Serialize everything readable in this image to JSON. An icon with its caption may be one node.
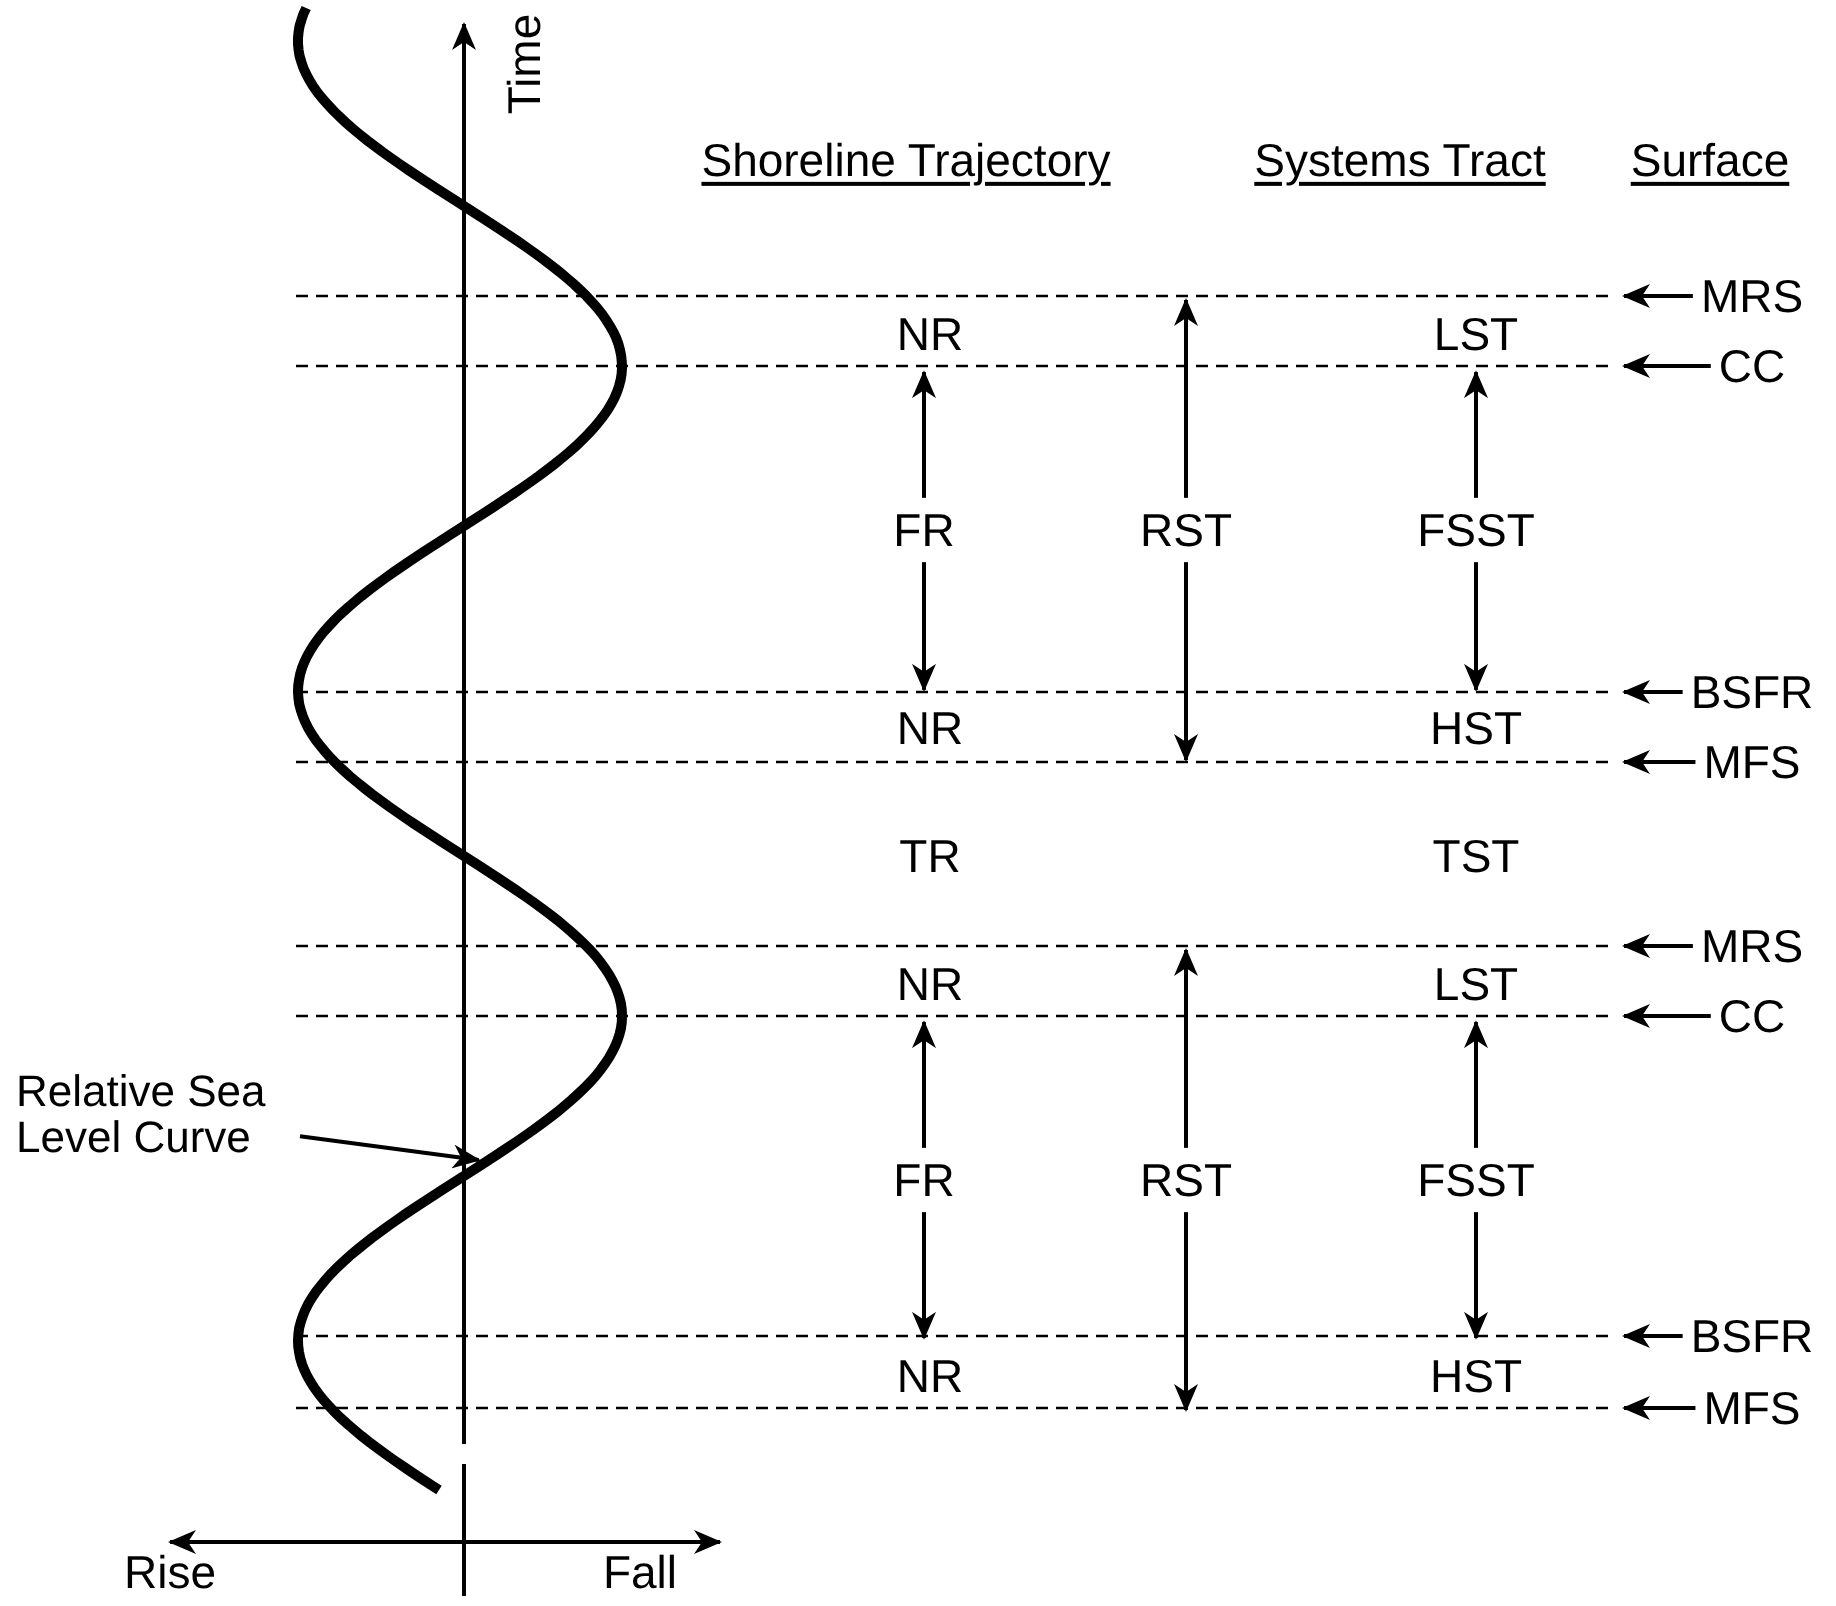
{
  "diagram": {
    "nodes": [
      {
        "text": [],
        "shape": "curve"
      },
      {
        "text": [
          "Relative Sea Level Curve"
        ]
      },
      {
        "text": [
          "NR"
        ]
      },
      {
        "text": [
          "LST"
        ]
      },
      {
        "text": [
          "FR"
        ]
      },
      {
        "text": [
          "RST"
        ]
      },
      {
        "text": [
          "FSST"
        ]
      },
      {
        "text": [
          "NR"
        ]
      },
      {
        "text": [
          "HST"
        ]
      },
      {
        "text": [
          "NR"
        ]
      },
      {
        "text": [
          "LST"
        ]
      },
      {
        "text": [
          "FR"
        ]
      },
      {
        "text": [
          "RST"
        ]
      },
      {
        "text": [
          "FSST"
        ]
      },
      {
        "text": [
          "NR"
        ]
      },
      {
        "text": [
          "HST"
        ]
      },
      {
        "text": [
          "MRS"
        ]
      },
      {
        "text": [
          "CC"
        ]
      },
      {
        "text": [
          "BSFR"
        ]
      },
      {
        "text": [
          "MFS"
        ]
      },
      {
        "text": [
          "MRS"
        ]
      },
      {
        "text": [
          "CC"
        ]
      },
      {
        "text": [
          "BSFR"
        ]
      },
      {
        "text": [
          "MFS"
        ]
      }
    ],
    "edges": [
      {
        "from": 1,
        "to": 0,
        "arrow": "to"
      },
      {
        "from": 4,
        "to": 2,
        "arrow": "to"
      },
      {
        "from": 4,
        "to": 7,
        "arrow": "to"
      },
      {
        "from": 5,
        "to": null,
        "arrow": "to"
      },
      {
        "from": 5,
        "to": null,
        "arrow": "to"
      },
      {
        "from": 6,
        "to": 3,
        "arrow": "to"
      },
      {
        "from": 6,
        "to": 8,
        "arrow": "to"
      },
      {
        "from": 11,
        "to": 9,
        "arrow": "to"
      },
      {
        "from": 11,
        "to": 14,
        "arrow": "to"
      },
      {
        "from": 12,
        "to": null,
        "arrow": "to"
      },
      {
        "from": 12,
        "to": null,
        "arrow": "to"
      },
      {
        "from": 13,
        "to": 10,
        "arrow": "to"
      },
      {
        "from": 13,
        "to": 15,
        "arrow": "to"
      },
      {
        "from": 16,
        "to": null,
        "arrow": "to"
      },
      {
        "from": 17,
        "to": null,
        "arrow": "to"
      },
      {
        "from": 18,
        "to": null,
        "arrow": "to"
      },
      {
        "from": 19,
        "to": null,
        "arrow": "to"
      },
      {
        "from": 20,
        "to": null,
        "arrow": "to"
      },
      {
        "from": 21,
        "to": null,
        "arrow": "to"
      },
      {
        "from": 22,
        "to": null,
        "arrow": "to"
      },
      {
        "from": 23,
        "to": null,
        "arrow": "to"
      }
    ],
    "labels": [
      "Time",
      "Shoreline Trajectory",
      "Systems Tract",
      "Surface",
      "TR",
      "TST",
      "Rise",
      "Fall"
    ]
  }
}
